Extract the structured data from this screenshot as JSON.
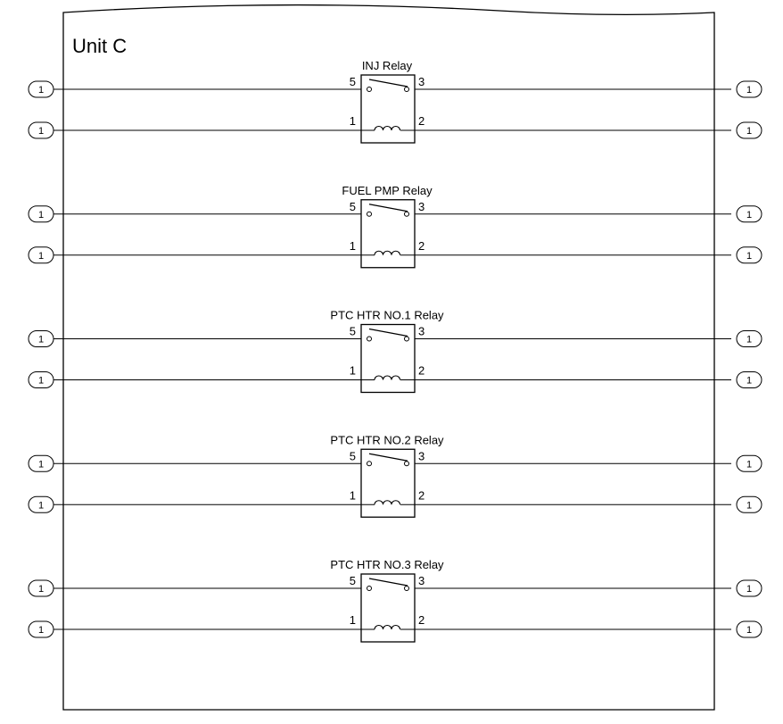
{
  "unit": {
    "title": "Unit C"
  },
  "relays": [
    {
      "name": "INJ Relay",
      "pins": {
        "switch_in": "5",
        "switch_out": "3",
        "coil_in": "1",
        "coil_out": "2"
      },
      "connectors": {
        "switch_left": "1",
        "switch_right": "1",
        "coil_left": "1",
        "coil_right": "1"
      }
    },
    {
      "name": "FUEL PMP Relay",
      "pins": {
        "switch_in": "5",
        "switch_out": "3",
        "coil_in": "1",
        "coil_out": "2"
      },
      "connectors": {
        "switch_left": "1",
        "switch_right": "1",
        "coil_left": "1",
        "coil_right": "1"
      }
    },
    {
      "name": "PTC HTR NO.1 Relay",
      "pins": {
        "switch_in": "5",
        "switch_out": "3",
        "coil_in": "1",
        "coil_out": "2"
      },
      "connectors": {
        "switch_left": "1",
        "switch_right": "1",
        "coil_left": "1",
        "coil_right": "1"
      }
    },
    {
      "name": "PTC HTR NO.2 Relay",
      "pins": {
        "switch_in": "5",
        "switch_out": "3",
        "coil_in": "1",
        "coil_out": "2"
      },
      "connectors": {
        "switch_left": "1",
        "switch_right": "1",
        "coil_left": "1",
        "coil_right": "1"
      }
    },
    {
      "name": "PTC HTR NO.3 Relay",
      "pins": {
        "switch_in": "5",
        "switch_out": "3",
        "coil_in": "1",
        "coil_out": "2"
      },
      "connectors": {
        "switch_left": "1",
        "switch_right": "1",
        "coil_left": "1",
        "coil_right": "1"
      }
    }
  ]
}
